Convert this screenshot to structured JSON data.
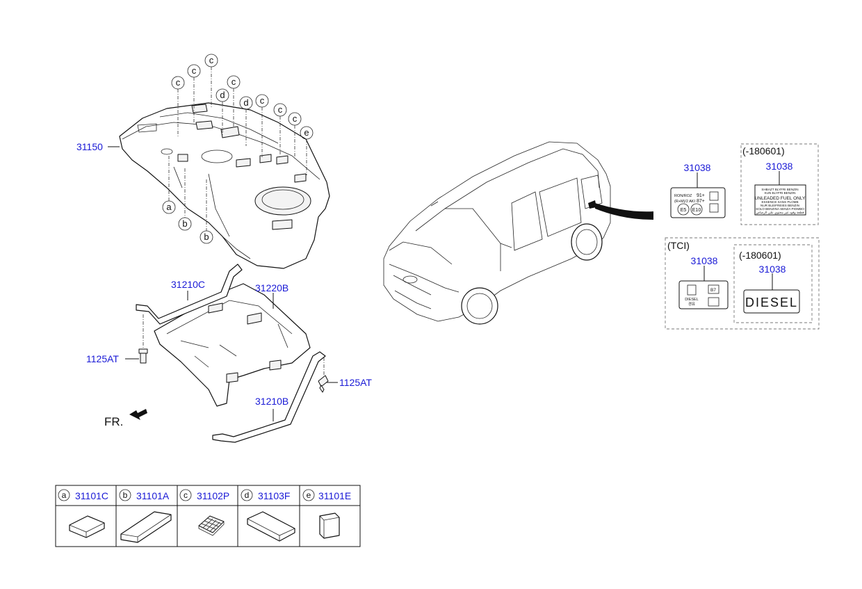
{
  "callouts": {
    "fuel_tank": "31150",
    "protector_bar_upper": "31210C",
    "tank_protector": "31220B",
    "protector_bar_lower": "31210B",
    "bolt_left": "1125AT",
    "bolt_right": "1125AT"
  },
  "letter_tags": [
    "c",
    "c",
    "c",
    "d",
    "c",
    "d",
    "c",
    "c",
    "c",
    "e",
    "a",
    "b",
    "b"
  ],
  "front_indicator": "FR.",
  "labels": {
    "petrol": {
      "part_no": "31038",
      "sticker_lines": [
        "RON/ROZ",
        "91+",
        "(R+M)/2 AKI",
        "87+",
        "E5",
        "E10"
      ]
    },
    "petrol_early": {
      "condition": "(-180601)",
      "part_no": "31038",
      "sticker_lines": [
        "SHBAZT BLYFRI BENZIN",
        "KUN BLYFRI BENZIN",
        "UNLEADED FUEL ONLY",
        "ESSENCE SANS PLOMB",
        "NUR BLEIFREIES BENZIN",
        "SOLO BENZINA SENZA PIOMBO",
        "قطعة وقود غير محتوي على الرصاص"
      ]
    },
    "diesel": {
      "condition": "(TCI)",
      "part_no": "31038",
      "sticker_lines": [
        "DIESEL",
        "경유",
        "B7"
      ]
    },
    "diesel_early": {
      "condition": "(-180601)",
      "part_no": "31038",
      "sticker_text": "DIESEL"
    }
  },
  "pads_table": [
    {
      "letter": "a",
      "part_no": "31101C"
    },
    {
      "letter": "b",
      "part_no": "31101A"
    },
    {
      "letter": "c",
      "part_no": "31102P"
    },
    {
      "letter": "d",
      "part_no": "31103F"
    },
    {
      "letter": "e",
      "part_no": "31101E"
    }
  ]
}
